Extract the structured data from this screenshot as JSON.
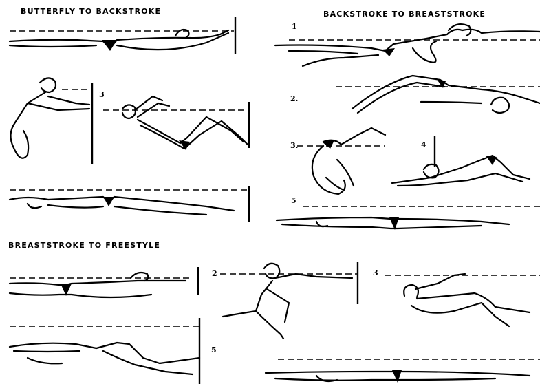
{
  "sections": [
    {
      "id": "butterfly",
      "title": "BUTTERFLY TO BACKSTROKE",
      "numbers": [
        "3"
      ]
    },
    {
      "id": "backstroke",
      "title": "BACKSTROKE TO BREASTSTROKE",
      "numbers": [
        "1",
        "2.",
        "3.",
        "4",
        "5"
      ]
    },
    {
      "id": "breaststroke",
      "title": "BREASTSTROKE TO FREESTYLE",
      "numbers": [
        "2",
        "3",
        "5"
      ]
    }
  ],
  "colors": {
    "ink": "#000000",
    "paper": "#ffffff"
  }
}
